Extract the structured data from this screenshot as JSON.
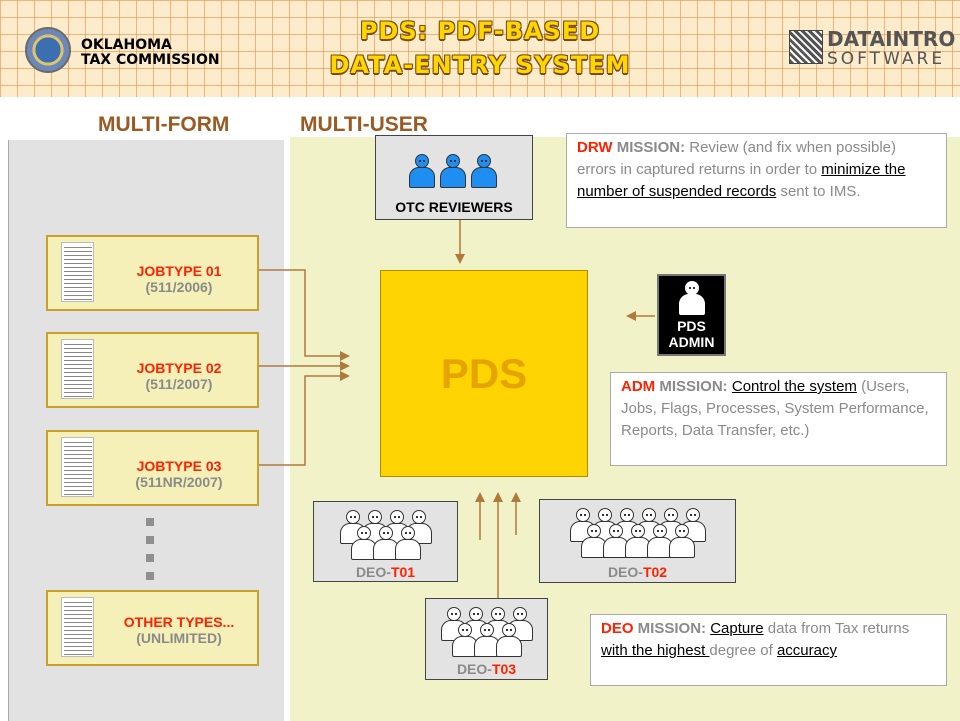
{
  "header": {
    "org_line1": "OKLAHOMA",
    "org_line2": "TAX COMMISSION",
    "title_line1": "PDS: PDF-BASED",
    "title_line2": "DATA-ENTRY SYSTEM",
    "logo_top": "DATAINTRO",
    "logo_bottom": "SOFTWARE",
    "seal_icon": "oklahoma-seal-icon",
    "logo_icon": "dataintro-barcode-icon"
  },
  "colors": {
    "accent_red": "#ff2200",
    "heading_brown": "#9a5a24",
    "pds_yellow": "#ffd400",
    "reviewer_blue": "#1e8ef0"
  },
  "columns": {
    "left_title": "MULTI-FORM",
    "right_title": "MULTI-USER"
  },
  "jobs": [
    {
      "name": "JOBTYPE 01",
      "detail": "(511/2006)"
    },
    {
      "name": "JOBTYPE 02",
      "detail": "(511/2007)"
    },
    {
      "name": "JOBTYPE 03",
      "detail": "(511NR/2007)"
    },
    {
      "name": "OTHER TYPES...",
      "detail": "(UNLIMITED)"
    }
  ],
  "reviewers": {
    "label": "OTC REVIEWERS",
    "count": 3
  },
  "pds": {
    "label": "PDS"
  },
  "admin": {
    "line1": "PDS",
    "line2": "ADMIN"
  },
  "deo_groups": [
    {
      "prefix": "DEO-",
      "code": "T01",
      "count": 7
    },
    {
      "prefix": "DEO-",
      "code": "T02",
      "count": 11
    },
    {
      "prefix": "DEO-",
      "code": "T03",
      "count": 7
    }
  ],
  "missions": {
    "drw": {
      "key": "DRW",
      "word": " MISSION:",
      "t1": " Review (and fix when possible) errors in captured returns in order to ",
      "u1": "minimize the number of suspended records",
      "t2": " sent to IMS."
    },
    "adm": {
      "key": "ADM",
      "word": " MISSION:",
      "u1": "Control the system",
      "t1": " (Users, Jobs, Flags, Processes, System Performance, Reports, Data Transfer, etc.)"
    },
    "deo": {
      "key": "DEO",
      "word": " MISSION:",
      "u1": "Capture",
      "t1": " data from Tax returns ",
      "u2": "with the highest ",
      "t2": "degree of ",
      "u3": "accuracy"
    }
  }
}
